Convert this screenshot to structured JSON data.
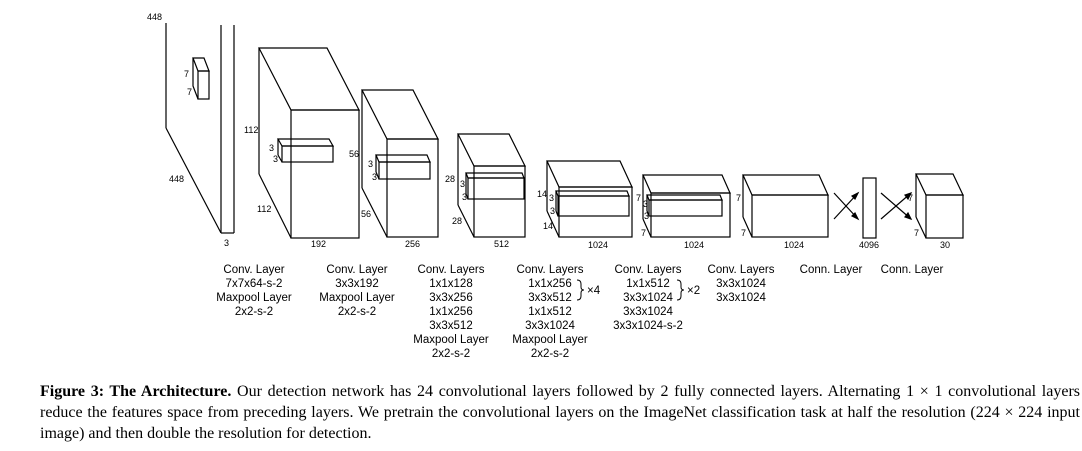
{
  "figure": {
    "dims": {
      "input_448_top": "448",
      "input_448_side": "448",
      "input_3": "3",
      "k1_7a": "7",
      "k1_7b": "7",
      "b2_112a": "112",
      "b2_112b": "112",
      "b2_192": "192",
      "b2_k3a": "3",
      "b2_k3b": "3",
      "b3_56a": "56",
      "b3_56b": "56",
      "b3_256": "256",
      "b3_k3a": "3",
      "b3_k3b": "3",
      "b4_28a": "28",
      "b4_28b": "28",
      "b4_512": "512",
      "b4_k3a": "3",
      "b4_k3b": "3",
      "b5_14a": "14",
      "b5_14b": "14",
      "b5_1024": "1024",
      "b5_k3a": "3",
      "b5_k3b": "3",
      "b6_7a": "7",
      "b6_7b": "7",
      "b6_1024": "1024",
      "b6_k3a": "3",
      "b6_k3b": "3",
      "b7_7a": "7",
      "b7_7b": "7",
      "b7_1024": "1024",
      "fc_4096": "4096",
      "out_7a": "7",
      "out_7b": "7",
      "out_30": "30"
    },
    "layer_labels": {
      "g1": [
        "Conv. Layer",
        "7x7x64-s-2",
        "Maxpool Layer",
        "2x2-s-2"
      ],
      "g2": [
        "Conv. Layer",
        "3x3x192",
        "Maxpool Layer",
        "2x2-s-2"
      ],
      "g3": [
        "Conv. Layers",
        "1x1x128",
        "3x3x256",
        "1x1x256",
        "3x3x512",
        "Maxpool Layer",
        "2x2-s-2"
      ],
      "g4": [
        "Conv. Layers",
        "1x1x256",
        "3x3x512",
        "1x1x512",
        "3x3x1024",
        "Maxpool Layer",
        "2x2-s-2"
      ],
      "g4_mult": "×4",
      "g5": [
        "Conv. Layers",
        "1x1x512",
        "3x3x1024",
        "3x3x1024",
        "3x3x1024-s-2"
      ],
      "g5_mult": "×2",
      "g6": [
        "Conv. Layers",
        "3x3x1024",
        "3x3x1024"
      ],
      "g7": [
        "Conn. Layer"
      ],
      "g8": [
        "Conn. Layer"
      ]
    }
  },
  "caption": {
    "label": "Figure 3: The Architecture.",
    "text": " Our detection network has 24 convolutional layers followed by 2 fully connected layers. Alternating 1 × 1 convolutional layers reduce the features space from preceding layers. We pretrain the convolutional layers on the ImageNet classification task at half the resolution (224 × 224 input image) and then double the resolution for detection."
  }
}
